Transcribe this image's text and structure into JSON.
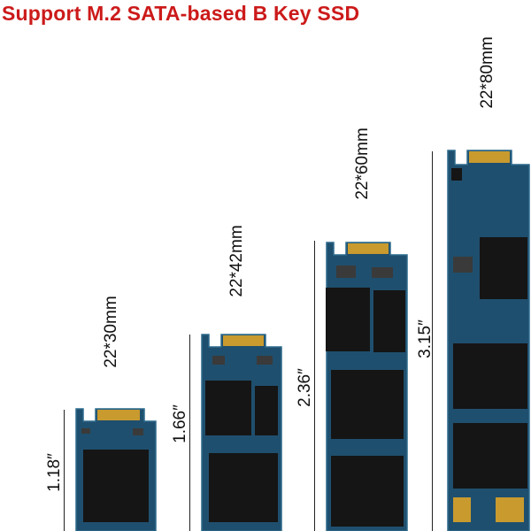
{
  "headline": {
    "text": "Support M.2 SATA-based B Key SSD",
    "color": "#cc1a1a"
  },
  "modules": [
    {
      "size": "22*30mm",
      "length": "1.18″"
    },
    {
      "size": "22*42mm",
      "length": "1.66″"
    },
    {
      "size": "22*60mm",
      "length": "2.36″"
    },
    {
      "size": "22*80mm",
      "length": "3.15″"
    }
  ],
  "colors": {
    "pcb": "#1f4f6e",
    "pcb_edge": "#2d6a8c",
    "chip": "#151515",
    "gold": "#c99a2e"
  }
}
